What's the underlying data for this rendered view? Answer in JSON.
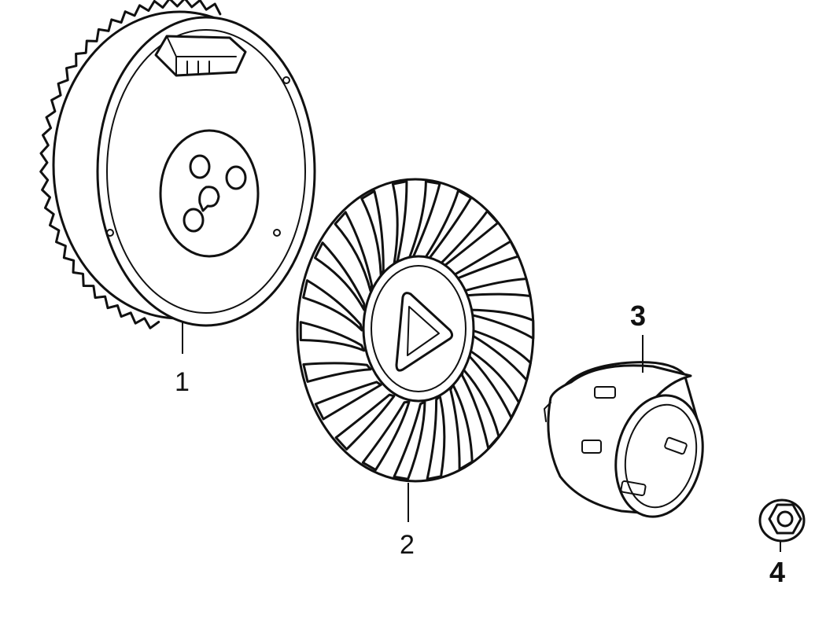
{
  "callouts": [
    {
      "id": "1",
      "label": "1",
      "bold": false
    },
    {
      "id": "2",
      "label": "2",
      "bold": false
    },
    {
      "id": "3",
      "label": "3",
      "bold": true
    },
    {
      "id": "4",
      "label": "4",
      "bold": true
    }
  ],
  "parts": [
    {
      "id": "1",
      "icon": "flywheel-icon"
    },
    {
      "id": "2",
      "icon": "cooling-fan-icon"
    },
    {
      "id": "3",
      "icon": "starter-cup-icon"
    },
    {
      "id": "4",
      "icon": "flange-nut-icon"
    }
  ],
  "colors": {
    "line": "#111111",
    "background": "#ffffff"
  }
}
